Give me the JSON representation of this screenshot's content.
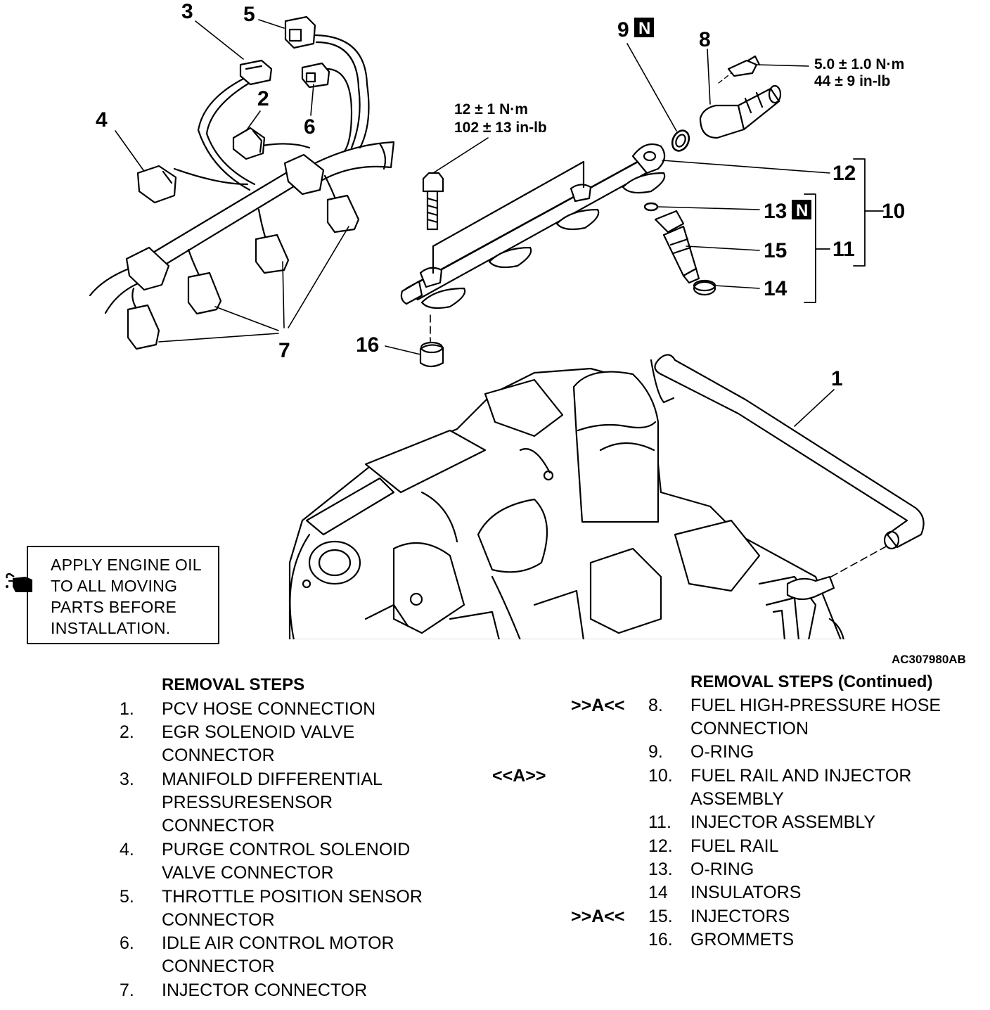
{
  "callouts": {
    "c1": "1",
    "c2": "2",
    "c3": "3",
    "c4": "4",
    "c5": "5",
    "c6": "6",
    "c7": "7",
    "c8": "8",
    "c9": "9",
    "c10": "10",
    "c11": "11",
    "c12": "12",
    "c13": "13",
    "c14": "14",
    "c15": "15",
    "c16": "16",
    "new_part_badge": "N"
  },
  "torque_specs": {
    "rail_bolt_nm": "12 ± 1 N·m",
    "rail_bolt_inlb": "102 ± 13 in-lb",
    "hose_bolt_nm": "5.0 ± 1.0 N·m",
    "hose_bolt_inlb": "44 ± 9 in-lb"
  },
  "note": {
    "lines": [
      "APPLY ENGINE OIL",
      "TO ALL MOVING",
      "PARTS BEFORE",
      "INSTALLATION."
    ],
    "icon": "oil-can-icon"
  },
  "figure_id": "AC307980AB",
  "left_steps": {
    "title": "REMOVAL STEPS",
    "items": [
      {
        "num": "1.",
        "lines": [
          "PCV HOSE CONNECTION"
        ]
      },
      {
        "num": "2.",
        "lines": [
          "EGR SOLENOID VALVE",
          "CONNECTOR"
        ]
      },
      {
        "num": "3.",
        "lines": [
          "MANIFOLD DIFFERENTIAL",
          "PRESSURESENSOR",
          "CONNECTOR"
        ]
      },
      {
        "num": "4.",
        "lines": [
          "PURGE CONTROL SOLENOID",
          "VALVE CONNECTOR"
        ]
      },
      {
        "num": "5.",
        "lines": [
          "THROTTLE POSITION SENSOR",
          "CONNECTOR"
        ]
      },
      {
        "num": "6.",
        "lines": [
          "IDLE AIR CONTROL MOTOR",
          "CONNECTOR"
        ]
      },
      {
        "num": "7.",
        "lines": [
          "INJECTOR CONNECTOR"
        ]
      }
    ]
  },
  "right_steps": {
    "title": "REMOVAL STEPS (Continued)",
    "items": [
      {
        "mark": ">>A<<",
        "num": "8.",
        "lines": [
          "FUEL HIGH-PRESSURE HOSE",
          "CONNECTION"
        ]
      },
      {
        "mark": "",
        "num": "9.",
        "lines": [
          "O-RING"
        ]
      },
      {
        "mark": "<<A>>",
        "num": "10.",
        "lines": [
          "FUEL RAIL AND INJECTOR",
          "ASSEMBLY"
        ]
      },
      {
        "mark": "",
        "num": "11.",
        "lines": [
          "INJECTOR ASSEMBLY"
        ]
      },
      {
        "mark": "",
        "num": "12.",
        "lines": [
          "FUEL RAIL"
        ]
      },
      {
        "mark": "",
        "num": "13.",
        "lines": [
          "O-RING"
        ]
      },
      {
        "mark": "",
        "num": "14",
        "lines": [
          "INSULATORS"
        ]
      },
      {
        "mark": ">>A<<",
        "num": "15.",
        "lines": [
          "INJECTORS"
        ]
      },
      {
        "mark": "",
        "num": "16.",
        "lines": [
          "GROMMETS"
        ]
      }
    ]
  }
}
